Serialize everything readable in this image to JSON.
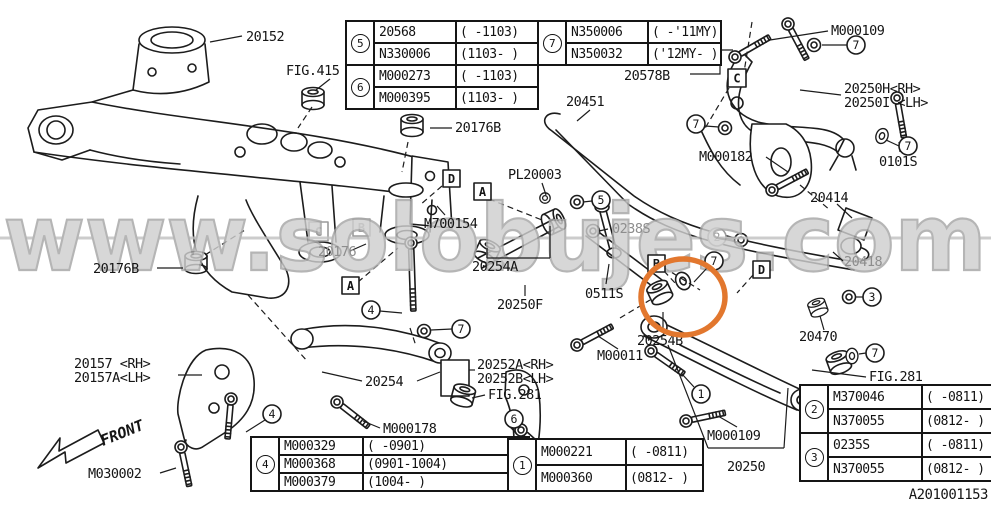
{
  "watermark": {
    "text": "www.solobujes.com",
    "color": "#cfcfcf",
    "stroke": "#a8a8a8"
  },
  "highlight": {
    "color": "#E2772E"
  },
  "doc_number": "A201001153",
  "callouts": {
    "A": "A",
    "B": "B",
    "C": "C",
    "D": "D"
  },
  "refs": {
    "n1": "1",
    "n2": "2",
    "n3": "3",
    "n4": "4",
    "n5": "5",
    "n6": "6",
    "n7": "7"
  },
  "labels": {
    "p20152": "20152",
    "fig415": "FIG.415",
    "p20176B_top": "20176B",
    "p20451": "20451",
    "p20578B": "20578B",
    "m000109_top": "M000109",
    "p20250H": "20250H<RH>",
    "p20250I": "20250I <LH>",
    "m000182": "M000182",
    "p0101S": "0101S",
    "pl20003": "PL20003",
    "m700154": "M700154",
    "p20176": "20176",
    "p0238S": "0238S",
    "p20176B_left": "20176B",
    "p20254A": "20254A",
    "p20250F": "20250F",
    "p0511S": "0511S",
    "p20414": "20414",
    "p20418": "20418",
    "p20470": "20470",
    "fig281_right": "FIG.281",
    "m00011": "M00011",
    "p20254B": "20254B",
    "p20157": "20157 <RH>",
    "p20157A": "20157A<LH>",
    "p20254": "20254",
    "p20252A": "20252A<RH>",
    "p20252B": "20252B<LH>",
    "fig281_left": "FIG.281",
    "m000178": "M000178",
    "m030002": "M030002",
    "front": "FRONT",
    "m000109_bottom": "M000109",
    "p20250": "20250"
  },
  "tables": {
    "top_left": {
      "groups": [
        {
          "ref": "5",
          "rows": [
            {
              "part": "20568",
              "range": "( -1103)"
            },
            {
              "part": "N330006",
              "range": "(1103- )"
            }
          ]
        },
        {
          "ref": "6",
          "rows": [
            {
              "part": "M000273",
              "range": "( -1103)"
            },
            {
              "part": "M000395",
              "range": "(1103- )"
            }
          ]
        }
      ]
    },
    "top_right": {
      "groups": [
        {
          "ref": "7",
          "rows": [
            {
              "part": "N350006",
              "range": "( -'11MY)"
            },
            {
              "part": "N350032",
              "range": "('12MY- )"
            }
          ]
        }
      ]
    },
    "bottom_left": {
      "groups": [
        {
          "ref": "4",
          "rows": [
            {
              "part": "M000329",
              "range": "( -0901)"
            },
            {
              "part": "M000368",
              "range": "(0901-1004)"
            },
            {
              "part": "M000379",
              "range": "(1004- )"
            }
          ]
        }
      ]
    },
    "bottom_center": {
      "groups": [
        {
          "ref": "1",
          "rows": [
            {
              "part": "M000221",
              "range": "( -0811)"
            },
            {
              "part": "M000360",
              "range": "(0812- )"
            }
          ]
        }
      ]
    },
    "bottom_right": {
      "groups": [
        {
          "ref": "2",
          "rows": [
            {
              "part": "M370046",
              "range": "( -0811)"
            },
            {
              "part": "N370055",
              "range": "(0812- )"
            }
          ]
        },
        {
          "ref": "3",
          "rows": [
            {
              "part": "0235S",
              "range": "( -0811)"
            },
            {
              "part": "N370055",
              "range": "(0812- )"
            }
          ]
        }
      ]
    }
  }
}
